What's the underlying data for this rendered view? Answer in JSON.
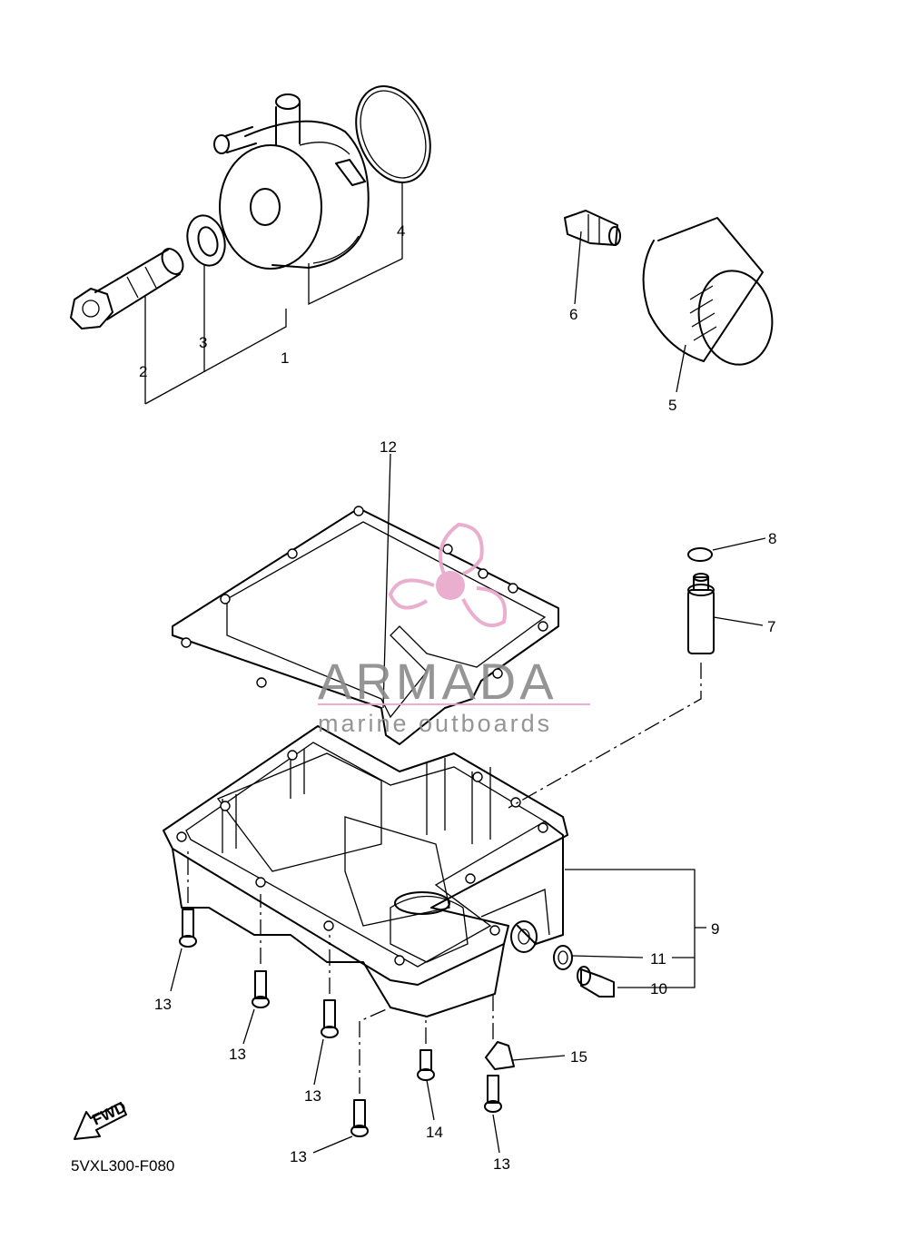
{
  "diagram": {
    "code": "5VXL300-F080",
    "fwd_label": "FWD",
    "callouts": {
      "c1": "1",
      "c2": "2",
      "c3": "3",
      "c4": "4",
      "c5": "5",
      "c6": "6",
      "c7": "7",
      "c8": "8",
      "c9": "9",
      "c10": "10",
      "c11": "11",
      "c12": "12",
      "c13a": "13",
      "c13b": "13",
      "c13c": "13",
      "c13d": "13",
      "c13e": "13",
      "c14": "14",
      "c15": "15"
    }
  },
  "watermark": {
    "brand": "ARMADA",
    "tagline": "marine outboards",
    "colors": {
      "pink": "#e8a6c9",
      "gray": "#8a8a8a"
    },
    "icon": "propeller-icon"
  }
}
